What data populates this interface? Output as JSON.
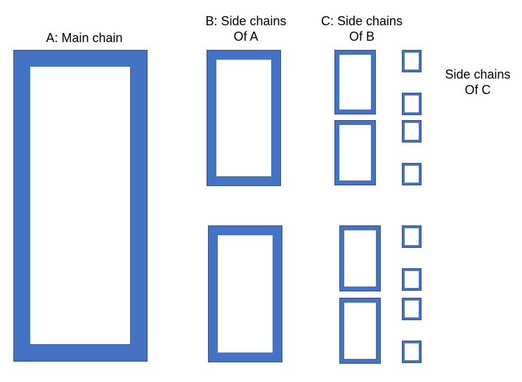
{
  "colors": {
    "box_fill": "#4472c4",
    "box_edge": "#2f528f",
    "inner_fill": "#ffffff",
    "text": "#000000"
  },
  "labels": {
    "main": [
      "A: Main chain"
    ],
    "side_a": [
      "B: Side chains",
      "Of A"
    ],
    "side_b": [
      "C: Side chains",
      "Of B"
    ],
    "side_c": [
      "Side chains",
      "Of C"
    ]
  }
}
